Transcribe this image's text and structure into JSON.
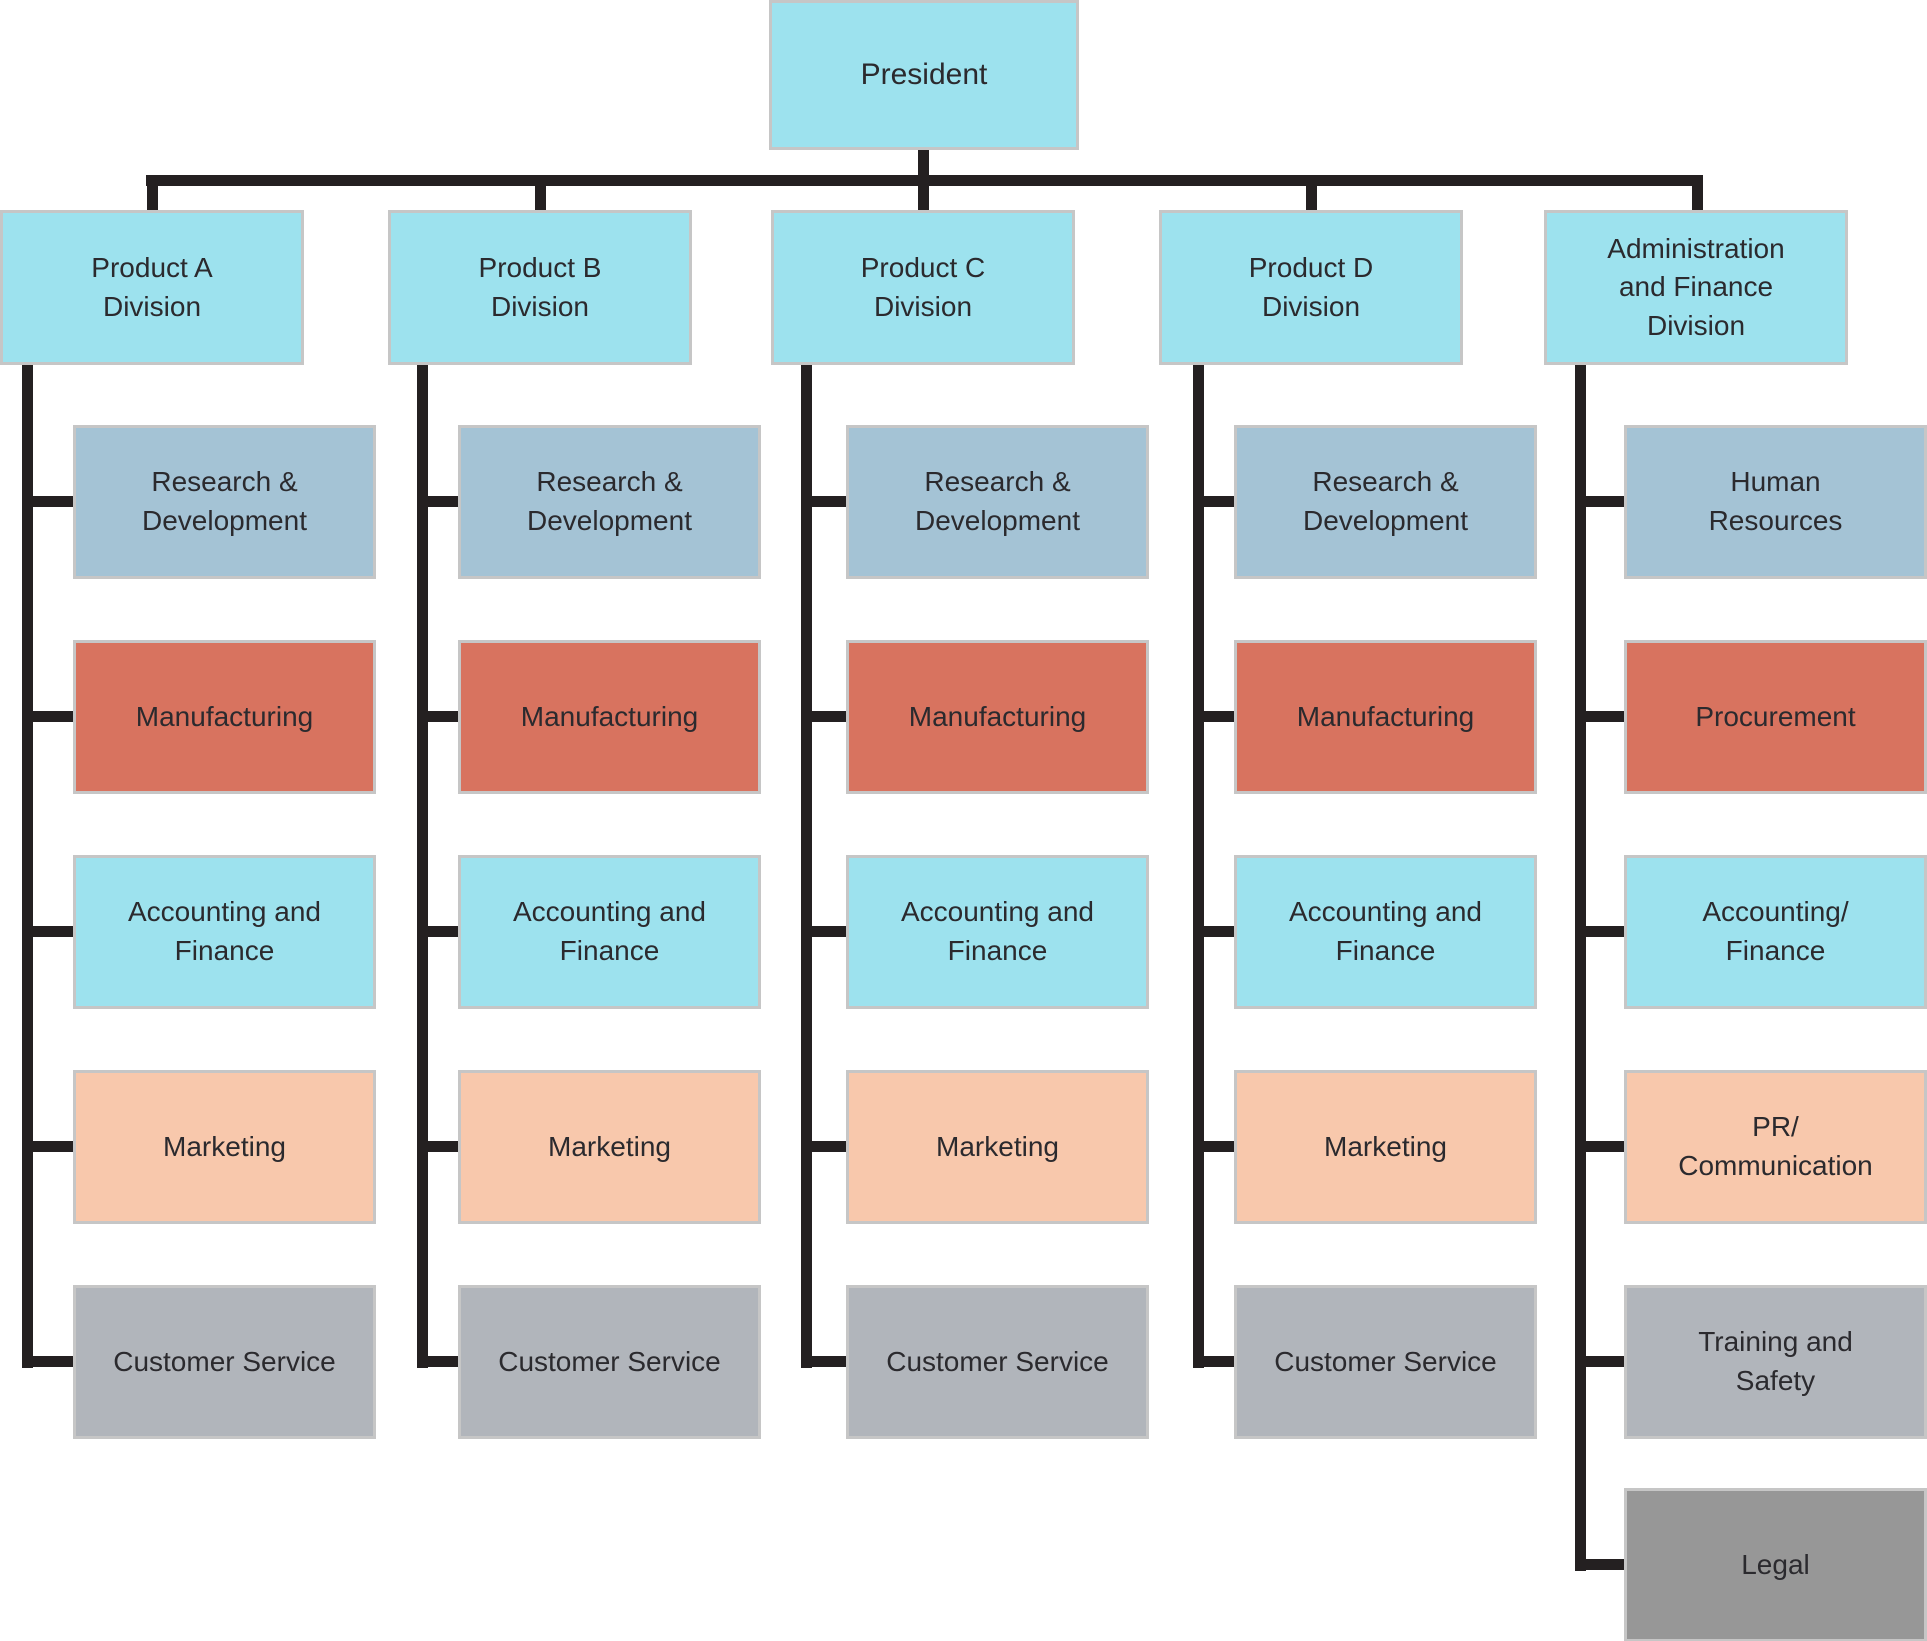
{
  "colors": {
    "cyan": "#9de2ee",
    "steel": "#a4c3d5",
    "salmon": "#d8735f",
    "peach": "#f8c8ac",
    "gray": "#b1b5bb",
    "darkgray": "#979797",
    "connector": "#242021",
    "box_border": "#c6c6c6",
    "text": "#2b2a2e"
  },
  "president": {
    "label": "President",
    "color": "cyan"
  },
  "columns": [
    {
      "division": {
        "label": "Product A\nDivision",
        "color": "cyan"
      },
      "children": [
        {
          "label": "Research &\nDevelopment",
          "color": "steel"
        },
        {
          "label": "Manufacturing",
          "color": "salmon"
        },
        {
          "label": "Accounting and\nFinance",
          "color": "cyan"
        },
        {
          "label": "Marketing",
          "color": "peach"
        },
        {
          "label": "Customer Service",
          "color": "gray"
        }
      ]
    },
    {
      "division": {
        "label": "Product B\nDivision",
        "color": "cyan"
      },
      "children": [
        {
          "label": "Research &\nDevelopment",
          "color": "steel"
        },
        {
          "label": "Manufacturing",
          "color": "salmon"
        },
        {
          "label": "Accounting and\nFinance",
          "color": "cyan"
        },
        {
          "label": "Marketing",
          "color": "peach"
        },
        {
          "label": "Customer Service",
          "color": "gray"
        }
      ]
    },
    {
      "division": {
        "label": "Product C\nDivision",
        "color": "cyan"
      },
      "children": [
        {
          "label": "Research &\nDevelopment",
          "color": "steel"
        },
        {
          "label": "Manufacturing",
          "color": "salmon"
        },
        {
          "label": "Accounting and\nFinance",
          "color": "cyan"
        },
        {
          "label": "Marketing",
          "color": "peach"
        },
        {
          "label": "Customer Service",
          "color": "gray"
        }
      ]
    },
    {
      "division": {
        "label": "Product D\nDivision",
        "color": "cyan"
      },
      "children": [
        {
          "label": "Research &\nDevelopment",
          "color": "steel"
        },
        {
          "label": "Manufacturing",
          "color": "salmon"
        },
        {
          "label": "Accounting and\nFinance",
          "color": "cyan"
        },
        {
          "label": "Marketing",
          "color": "peach"
        },
        {
          "label": "Customer Service",
          "color": "gray"
        }
      ]
    },
    {
      "division": {
        "label": "Administration\nand Finance\nDivision",
        "color": "cyan"
      },
      "children": [
        {
          "label": "Human\nResources",
          "color": "steel"
        },
        {
          "label": "Procurement",
          "color": "salmon"
        },
        {
          "label": "Accounting/\nFinance",
          "color": "cyan"
        },
        {
          "label": "PR/\nCommunication",
          "color": "peach"
        },
        {
          "label": "Training and\nSafety",
          "color": "gray"
        },
        {
          "label": "Legal",
          "color": "darkgray"
        }
      ]
    }
  ]
}
